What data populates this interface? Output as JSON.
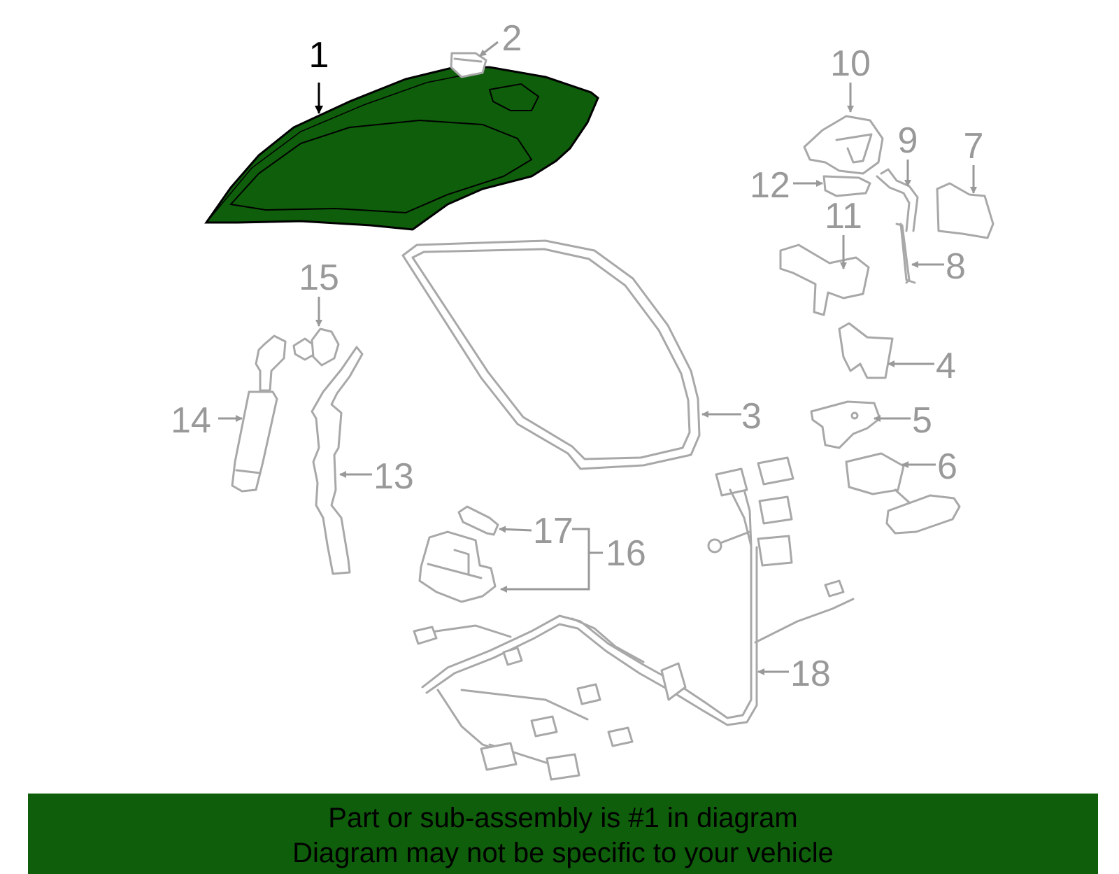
{
  "colors": {
    "highlight": "#0f5e0b",
    "part_stroke": "#a8a8a8",
    "label_gray": "#999999",
    "label_highlight": "#000000",
    "banner": "#0f5e0b",
    "banner_text": "#000000"
  },
  "callouts": {
    "c1": "1",
    "c2": "2",
    "c3": "3",
    "c4": "4",
    "c5": "5",
    "c6": "6",
    "c7": "7",
    "c8": "8",
    "c9": "9",
    "c10": "10",
    "c11": "11",
    "c12": "12",
    "c13": "13",
    "c14": "14",
    "c15": "15",
    "c16": "16",
    "c17": "17",
    "c18": "18"
  },
  "banner": {
    "line1": "Part or sub-assembly is #1 in diagram",
    "line2": "Diagram may not be specific to your vehicle"
  }
}
